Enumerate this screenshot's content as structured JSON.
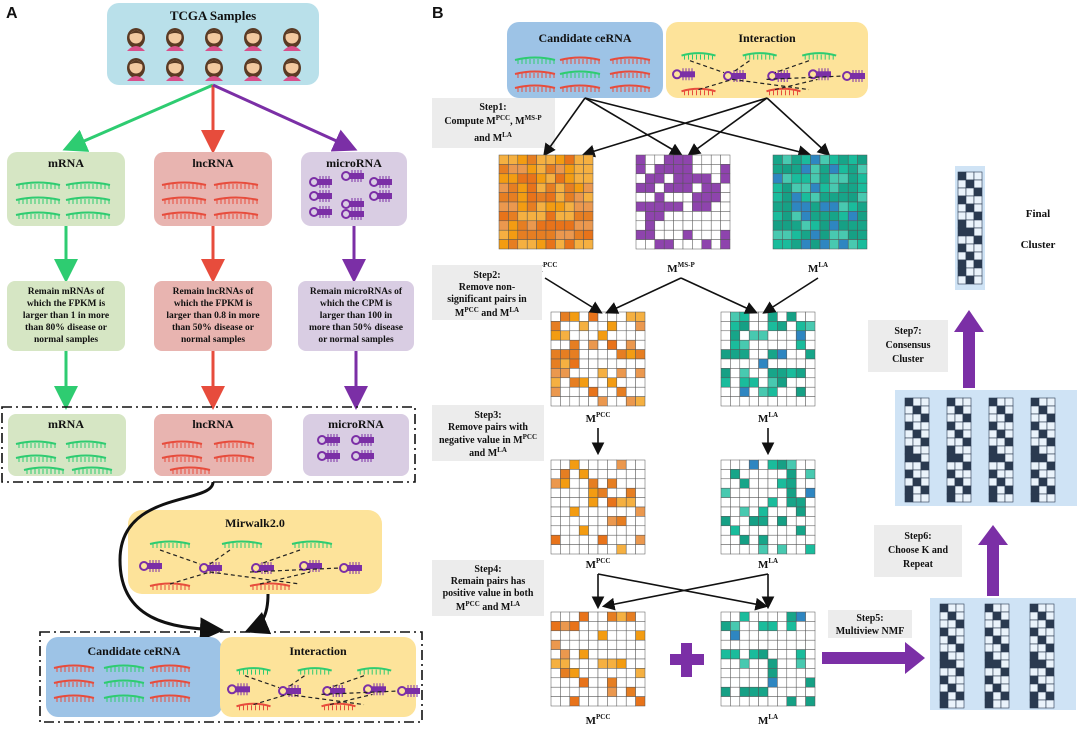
{
  "panels": {
    "a": "A",
    "b": "B"
  },
  "colors": {
    "green": "#2ecc71",
    "red": "#e74c3c",
    "purple": "#7b2fa6",
    "mrna_box": "#d6e6c4",
    "lnc_box": "#e8b4b0",
    "mirna_box": "#d9cde3",
    "tcga_box": "#b9e0ea",
    "interaction_box": "#fde39a",
    "candidate_box": "#9dc3e6",
    "step_box": "#ececec",
    "cluster_box": "#cfe3f5",
    "navy": "#2a3a50"
  },
  "a": {
    "tcga_title": "TCGA Samples",
    "mrna_title": "mRNA",
    "lnc_title": "lncRNA",
    "mir_title": "microRNA",
    "mrna_filter": [
      "Remain mRNAs of",
      "which the FPKM is",
      "larger than 1 in more",
      "than 80% disease or",
      "normal samples"
    ],
    "lnc_filter": [
      "Remain lncRNAs of",
      "which the FPKM is",
      "larger than 0.8 in more",
      "than 50% disease or",
      "normal samples"
    ],
    "mir_filter": [
      "Remain microRNAs of",
      "which the CPM is",
      "larger than 100 in",
      "more than 50% disease",
      "or normal samples"
    ],
    "mrna_result": "mRNA",
    "lnc_result": "lncRNA",
    "mir_result": "microRNA",
    "mirwalk": "Mirwalk2.0",
    "candidate": "Candidate ceRNA",
    "interaction": "Interaction"
  },
  "b": {
    "candidate": "Candidate ceRNA",
    "interaction": "Interaction",
    "step1": [
      "Step1:",
      "Compute M",
      "PCC",
      ", M",
      "MS-P",
      "and M",
      "LA"
    ],
    "step2": [
      "Step2:",
      "Remove non-",
      "significant pairs in",
      "M",
      "PCC",
      " and M",
      "LA"
    ],
    "step3": [
      "Step3:",
      "Remove pairs with",
      "negative value in M",
      "PCC",
      "and M",
      "LA"
    ],
    "step4": [
      "Step4:",
      "Remain pairs has",
      "positive value in both",
      "M",
      "PCC",
      " and M",
      "LA"
    ],
    "step5": [
      "Step5:",
      "Multiview NMF"
    ],
    "step6": [
      "Step6:",
      "Choose K and",
      "Repeat"
    ],
    "step7": [
      "Step7:",
      "Consensus",
      "Cluster"
    ],
    "final": [
      "Final",
      "Cluster"
    ],
    "m": "M",
    "sup_pcc": "PCC",
    "sup_msp": "MS-P",
    "sup_la": "LA"
  }
}
